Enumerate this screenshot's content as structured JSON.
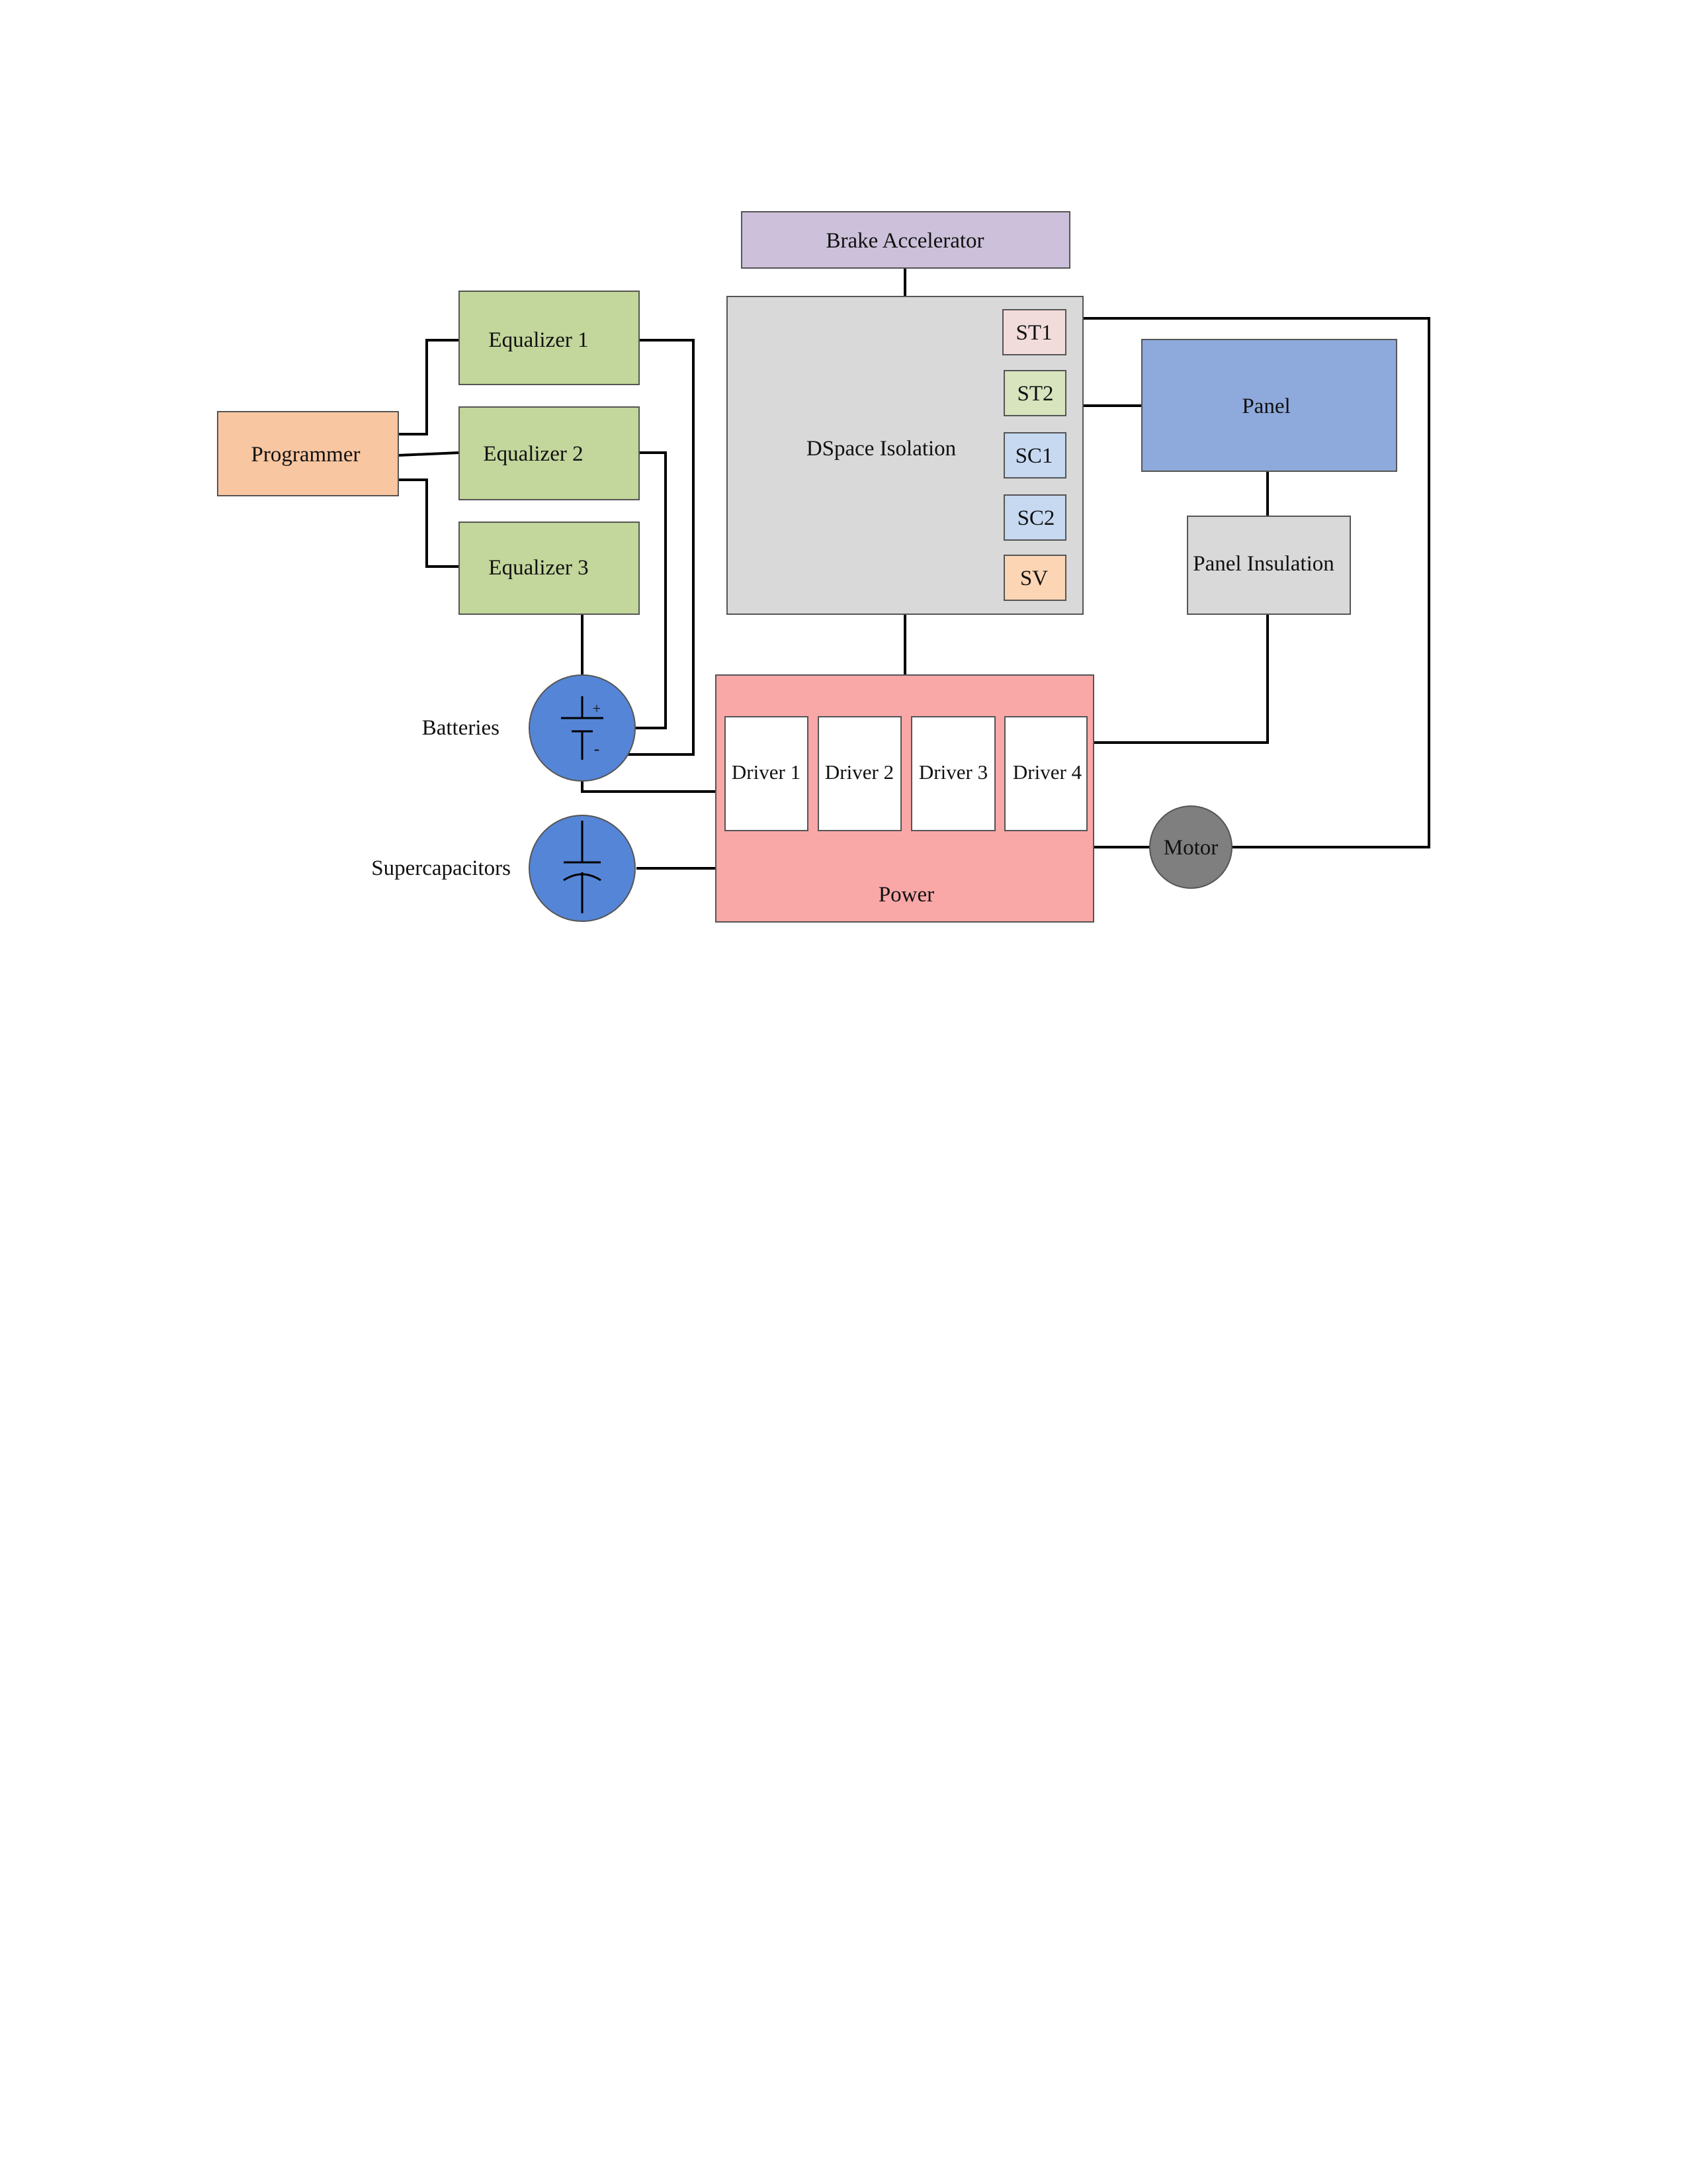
{
  "diagram": {
    "brake_accelerator": "Brake Accelerator",
    "dspace_isolation": "DSpace Isolation",
    "st1": "ST1",
    "st2": "ST2",
    "sc1": "SC1",
    "sc2": "SC2",
    "sv": "SV",
    "panel": "Panel",
    "panel_insulation": "Panel Insulation",
    "programmer": "Programmer",
    "equalizer_1": "Equalizer 1",
    "equalizer_2": "Equalizer 2",
    "equalizer_3": "Equalizer 3",
    "batteries": "Batteries",
    "supercapacitors": "Supercapacitors",
    "power": "Power",
    "driver_1": "Driver 1",
    "driver_2": "Driver 2",
    "driver_3": "Driver 3",
    "driver_4": "Driver 4",
    "motor": "Motor",
    "battery_plus": "+",
    "battery_minus": "-"
  },
  "colors": {
    "brake_accelerator": "#ccc0da",
    "dspace_isolation": "#d9d9d9",
    "st1": "#f2dcdb",
    "st2": "#d7e4bd",
    "sc": "#c6d9f1",
    "sv": "#fcd5b5",
    "panel": "#8eaadc",
    "panel_insulation": "#d9d9d9",
    "programmer": "#f8c6a0",
    "equalizer": "#c3d69b",
    "power": "#f9a7a7",
    "driver": "#ffffff",
    "battery_circle": "#5585d6",
    "motor": "#7f7f7f"
  }
}
